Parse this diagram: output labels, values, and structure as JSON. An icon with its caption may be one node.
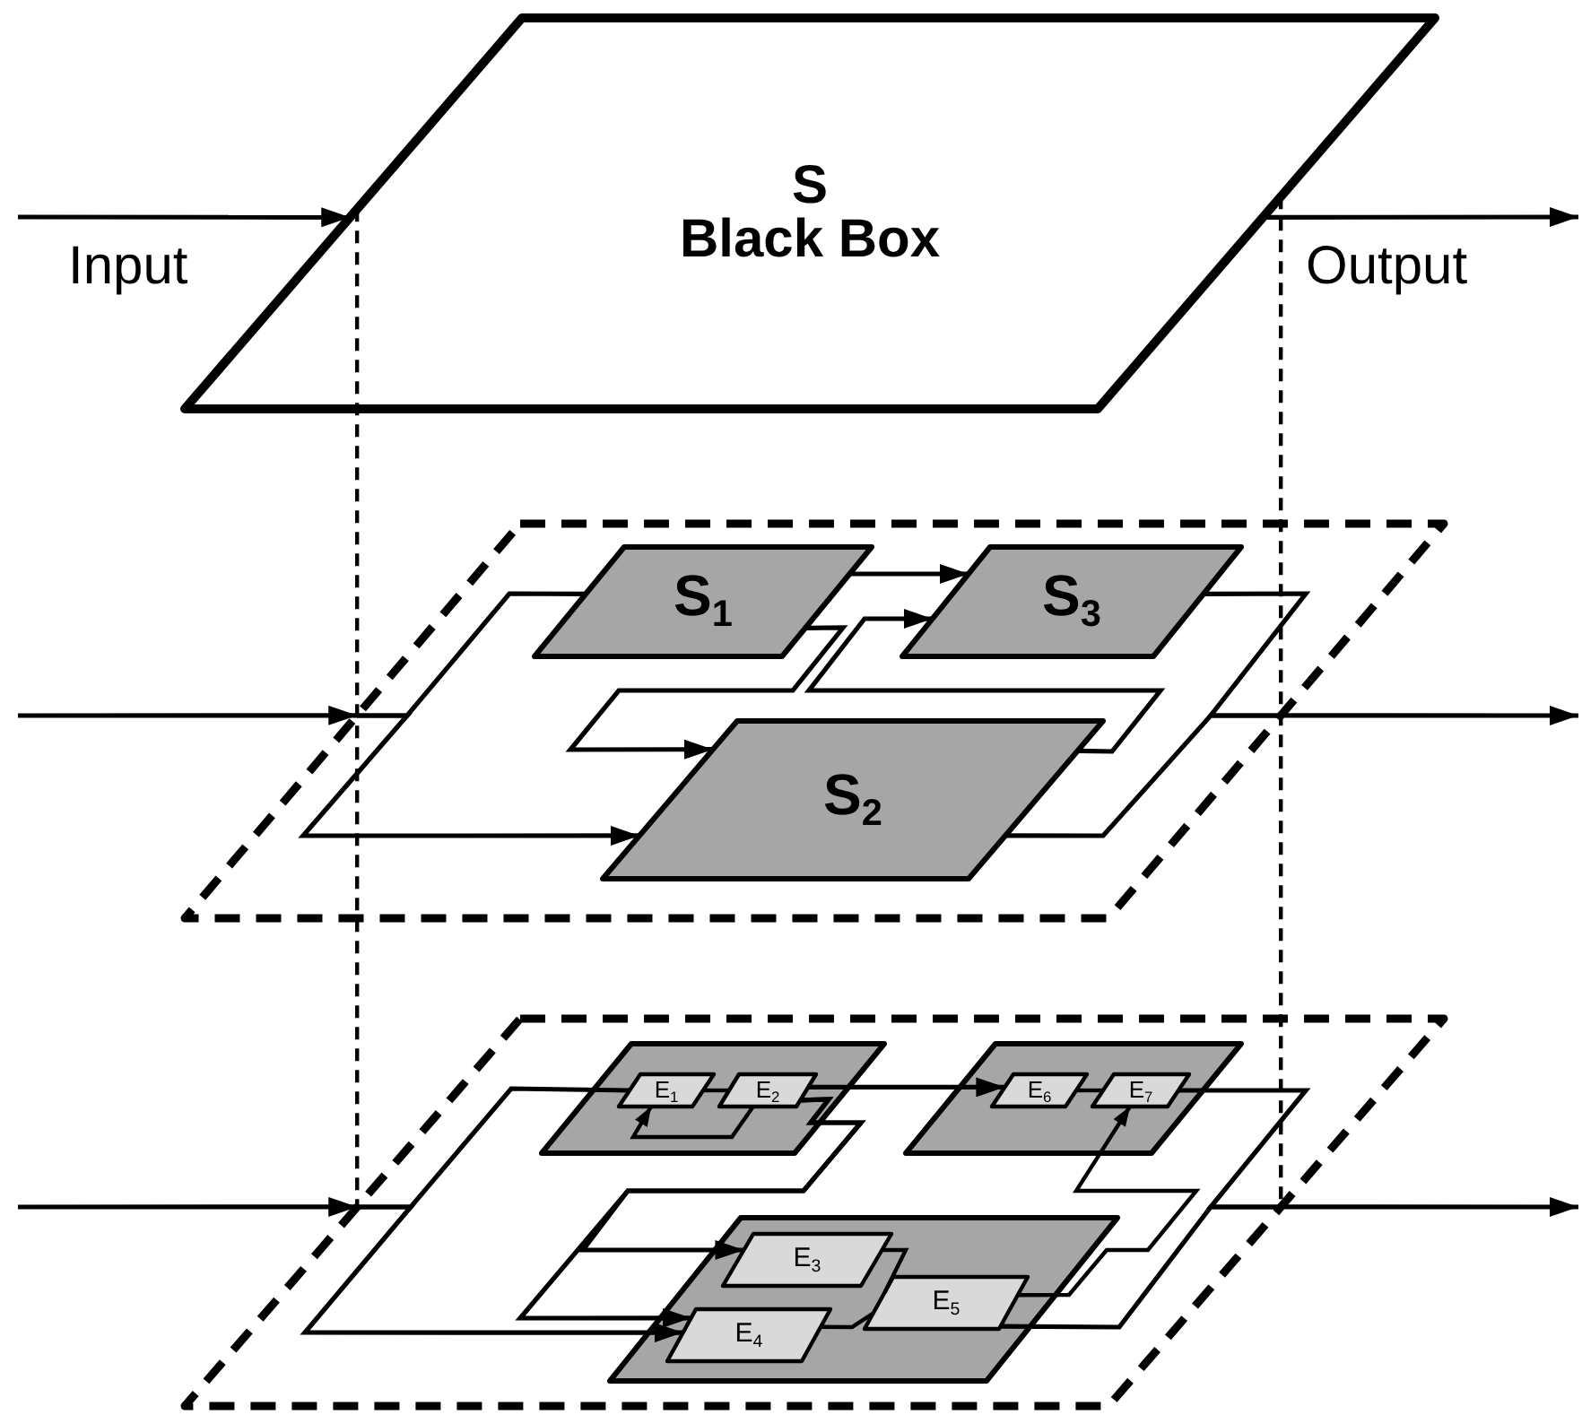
{
  "diagram": {
    "nodes": [
      {
        "text": [
          "S",
          "Black Box"
        ]
      },
      {
        "text": [],
        "shape": "parallelogram"
      },
      {
        "text": [
          "S$_{1}$"
        ],
        "in": 1
      },
      {
        "text": [
          "S$_{3}$"
        ],
        "in": 1
      },
      {
        "text": [
          "S$_{2}$"
        ],
        "in": 1
      },
      {
        "text": [],
        "shape": "parallelogram"
      },
      {
        "text": [],
        "shape": "parallelogram",
        "in": 5
      },
      {
        "text": [
          "E$_{1}$"
        ],
        "in": 6
      },
      {
        "text": [
          "E$_{2}$"
        ],
        "in": 6
      },
      {
        "text": [],
        "shape": "parallelogram",
        "in": 5
      },
      {
        "text": [
          "E$_{6}$"
        ],
        "in": 9
      },
      {
        "text": [
          "E$_{7}$"
        ],
        "in": 9
      },
      {
        "text": [],
        "shape": "parallelogram",
        "in": 5
      },
      {
        "text": [
          "E$_{3}$"
        ],
        "in": 12
      },
      {
        "text": [
          "E$_{4}$"
        ],
        "in": 12
      },
      {
        "text": [
          "E$_{5}$"
        ],
        "in": 12
      }
    ],
    "edges": [
      {
        "from": null,
        "to": 0,
        "arrow": "to",
        "label": "Input"
      },
      {
        "from": 0,
        "to": null,
        "arrow": "to",
        "label": "Output"
      },
      {
        "from": null,
        "to": 1,
        "arrow": "to"
      },
      {
        "from": null,
        "to": 2,
        "arrow": "none"
      },
      {
        "from": null,
        "to": 4,
        "arrow": "to"
      },
      {
        "from": 2,
        "to": 3,
        "arrow": "to"
      },
      {
        "from": 2,
        "to": 4,
        "arrow": "to"
      },
      {
        "from": 4,
        "to": 3,
        "arrow": "to"
      },
      {
        "from": 3,
        "to": null,
        "arrow": "none"
      },
      {
        "from": 4,
        "to": null,
        "arrow": "none"
      },
      {
        "from": 1,
        "to": null,
        "arrow": "to"
      },
      {
        "from": null,
        "to": 5,
        "arrow": "to"
      },
      {
        "from": null,
        "to": 7,
        "arrow": "none"
      },
      {
        "from": null,
        "to": 14,
        "arrow": "to"
      },
      {
        "from": 7,
        "to": 8,
        "arrow": "none"
      },
      {
        "from": 8,
        "to": 7,
        "arrow": "to"
      },
      {
        "from": 8,
        "to": 10,
        "arrow": "to"
      },
      {
        "from": 8,
        "to": 13,
        "arrow": "to"
      },
      {
        "from": 8,
        "to": 14,
        "arrow": "to"
      },
      {
        "from": 10,
        "to": 11,
        "arrow": "none"
      },
      {
        "from": 13,
        "to": 15,
        "arrow": "none"
      },
      {
        "from": 14,
        "to": 15,
        "arrow": "none"
      },
      {
        "from": 15,
        "to": 11,
        "arrow": "to"
      },
      {
        "from": 11,
        "to": null,
        "arrow": "none"
      },
      {
        "from": 15,
        "to": null,
        "arrow": "none"
      },
      {
        "from": 5,
        "to": null,
        "arrow": "to"
      },
      {
        "from": 0,
        "to": 5,
        "arrow": "none",
        "style": "dashed"
      },
      {
        "from": 0,
        "to": 5,
        "arrow": "none",
        "style": "dashed"
      }
    ]
  }
}
